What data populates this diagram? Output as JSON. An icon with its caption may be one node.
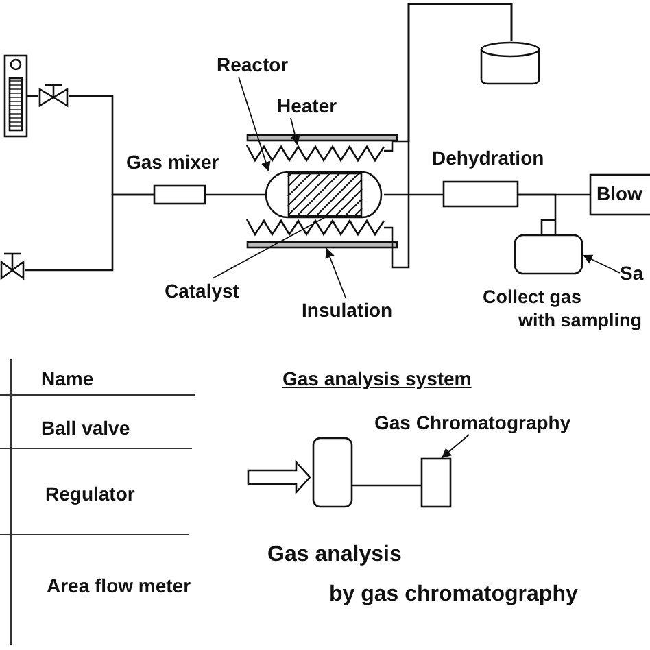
{
  "diagram": {
    "nodes": [
      {
        "text": [],
        "shape": "bar"
      },
      {
        "text": [],
        "shape": "valve"
      },
      {
        "text": [],
        "shape": "valve"
      },
      {
        "text": [
          "Gas mixer"
        ]
      },
      {
        "text": [],
        "shape": "cylinder"
      },
      {
        "text": [],
        "shape": "box",
        "in": 4
      },
      {
        "text": [],
        "shape": "zigzag"
      },
      {
        "text": [],
        "shape": "zigzag"
      },
      {
        "text": [],
        "shape": "bar"
      },
      {
        "text": [],
        "shape": "bar"
      },
      {
        "text": [],
        "shape": "cylinder"
      },
      {
        "text": [
          "Dehydration"
        ]
      },
      {
        "text": [
          "Blow"
        ]
      },
      {
        "text": [
          "Collect gas with sampling"
        ]
      },
      {
        "text": [
          "Sa"
        ]
      },
      {
        "text": [
          "Reactor"
        ]
      },
      {
        "text": [
          "Heater"
        ]
      },
      {
        "text": [
          "Catalyst"
        ]
      },
      {
        "text": [
          "Insulation"
        ]
      },
      {
        "text": [],
        "shape": "bag"
      },
      {
        "text": [],
        "shape": "box"
      },
      {
        "text": [
          "Gas Chromatography"
        ]
      }
    ],
    "edges": [
      {
        "from": 0,
        "to": 1,
        "arrow": "none"
      },
      {
        "from": 1,
        "to": 3,
        "arrow": "none"
      },
      {
        "from": 2,
        "to": 3,
        "arrow": "none"
      },
      {
        "from": 3,
        "to": 4,
        "arrow": "none"
      },
      {
        "from": 4,
        "to": 11,
        "arrow": "none"
      },
      {
        "from": 11,
        "to": 12,
        "arrow": "none"
      },
      {
        "from": 11,
        "to": 13,
        "arrow": "none"
      },
      {
        "from": 6,
        "to": 10,
        "arrow": "none"
      },
      {
        "from": 7,
        "to": 10,
        "arrow": "none"
      },
      {
        "from": 15,
        "to": 4,
        "arrow": "to"
      },
      {
        "from": 16,
        "to": 6,
        "arrow": "to"
      },
      {
        "from": 17,
        "to": 5,
        "arrow": "none"
      },
      {
        "from": 18,
        "to": 9,
        "arrow": "to"
      },
      {
        "from": 14,
        "to": 13,
        "arrow": "to"
      },
      {
        "from": 21,
        "to": 20,
        "arrow": "to"
      },
      {
        "from": 19,
        "to": 20,
        "arrow": "none"
      },
      {
        "from": null,
        "to": 19,
        "arrow": "to",
        "style": "thick"
      }
    ],
    "labels": [
      "Name",
      "Ball valve",
      "Regulator",
      "Area flow meter",
      "Gas analysis system",
      "Gas analysis by gas chromatography"
    ]
  }
}
